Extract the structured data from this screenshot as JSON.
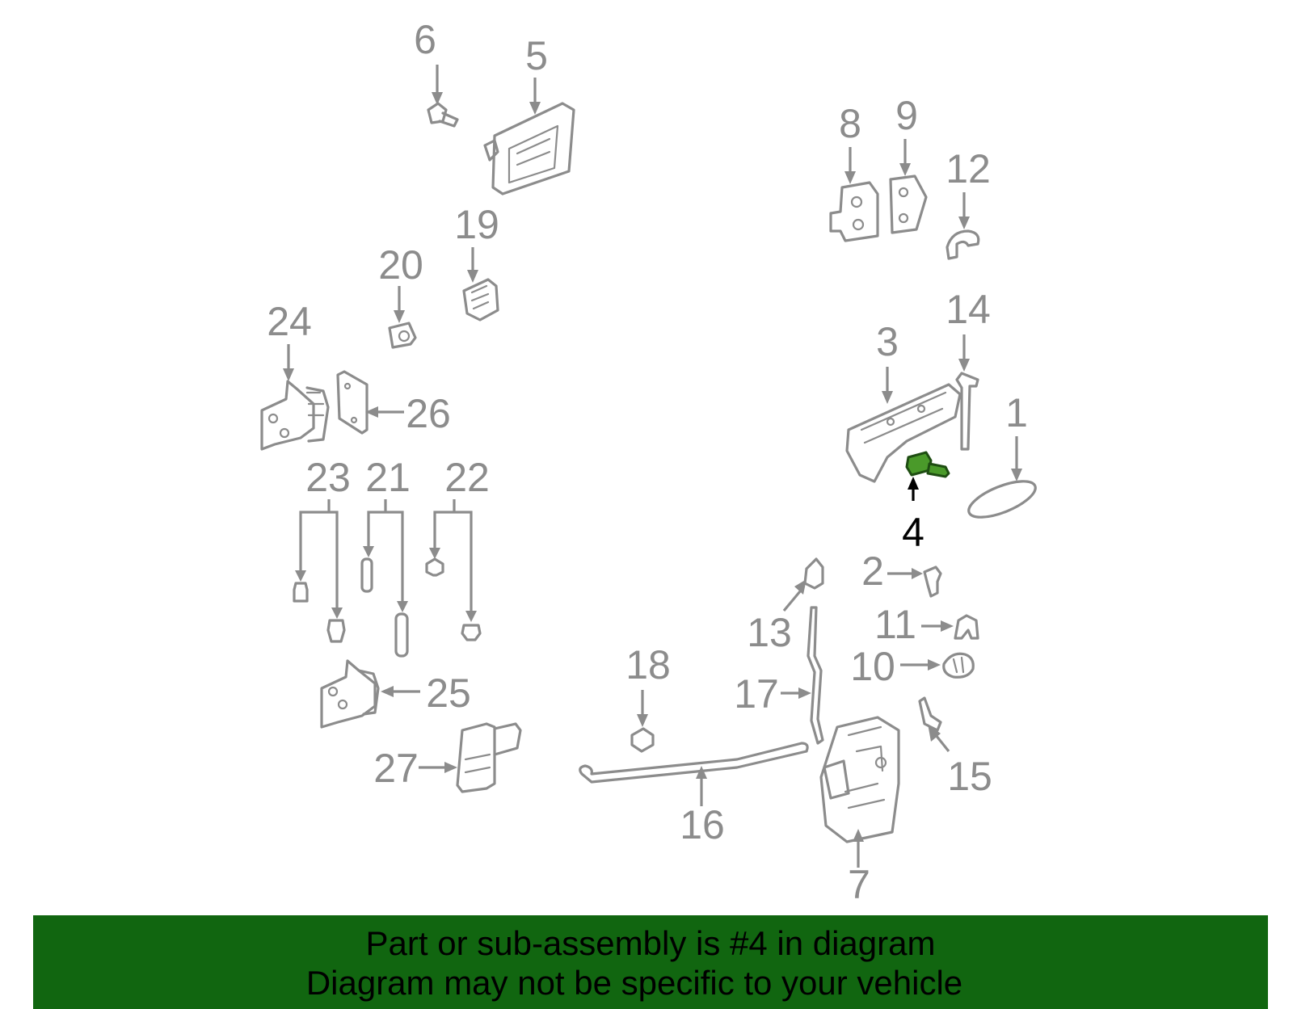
{
  "callouts": {
    "c1": "1",
    "c2": "2",
    "c3": "3",
    "c4": "4",
    "c5": "5",
    "c6": "6",
    "c7": "7",
    "c8": "8",
    "c9": "9",
    "c10": "10",
    "c11": "11",
    "c12": "12",
    "c13": "13",
    "c14": "14",
    "c15": "15",
    "c16": "16",
    "c17": "17",
    "c18": "18",
    "c19": "19",
    "c20": "20",
    "c21": "21",
    "c22": "22",
    "c23": "23",
    "c24": "24",
    "c25": "25",
    "c26": "26",
    "c27": "27"
  },
  "highlighted_part": "4",
  "colors": {
    "diagram_gray": "#8c8c8c",
    "highlight_green": "#4a9a2a",
    "banner_green": "#116610",
    "text_black": "#000000"
  },
  "banner": {
    "line1": "Part or sub-assembly is #4 in diagram",
    "line2": "Diagram may not be specific to your vehicle"
  }
}
